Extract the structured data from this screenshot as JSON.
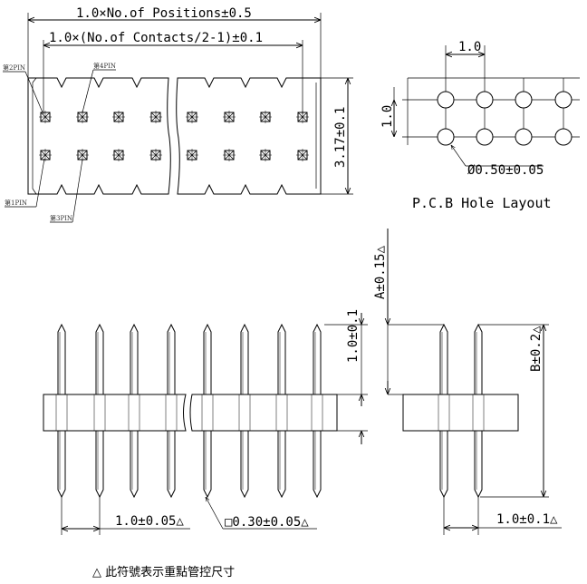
{
  "dims": {
    "positions": "1.0×No.of Positions±0.5",
    "contacts": "1.0×(No.of Contacts/2-1)±0.1",
    "height": "3.17±0.1",
    "pitch_h": "1.0",
    "pitch_v": "1.0",
    "hole": "Ø0.50±0.05",
    "a": "A±0.15△",
    "b": "B±0.2△",
    "upper": "1.0±0.1",
    "front_pitch": "1.0±0.05△",
    "pin_sq": "□0.30±0.05△",
    "side_pitch": "1.0±0.1△"
  },
  "pins": {
    "p2": "第2PIN",
    "p4": "第4PIN",
    "p1": "第1PIN",
    "p3": "第3PIN"
  },
  "pcb_title": "P.C.B Hole Layout",
  "note": "△ 此符號表示重點管控尺寸"
}
